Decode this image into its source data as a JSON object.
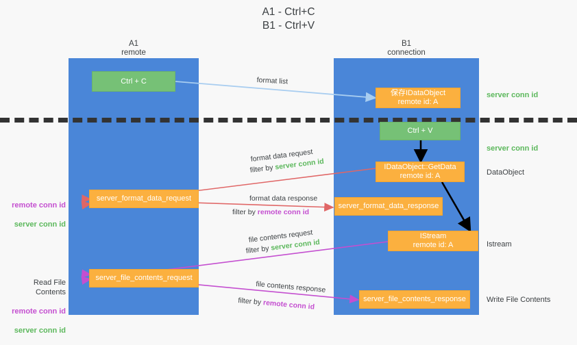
{
  "title": "A1 - Ctrl+C\nB1 - Ctrl+V",
  "colors": {
    "lane_blue": "#4a86d8",
    "box_green": "#76c176",
    "box_orange": "#fbb03f",
    "server_conn_green": "#5cb85c",
    "remote_conn_purple": "#c44fd0",
    "arrow_blue": "#a8cdf0",
    "arrow_red": "#e06666",
    "arrow_magenta": "#c44fd0",
    "arrow_black": "#000000",
    "background": "#f8f8f8",
    "separator": "#333333"
  },
  "columns": [
    {
      "name": "A1",
      "sub": "remote",
      "header": "A1\nremote"
    },
    {
      "name": "B1",
      "sub": "connection",
      "header": "B1\nconnection"
    }
  ],
  "boxes": [
    {
      "id": "ctrl-c",
      "label": "Ctrl + C",
      "style": "green"
    },
    {
      "id": "save-idataobject",
      "label": "保存IDataObject\nremote id: A",
      "style": "orange"
    },
    {
      "id": "ctrl-v",
      "label": "Ctrl + V",
      "style": "green"
    },
    {
      "id": "idataobject-getdata",
      "label": "IDataObject::GetData\nremote id: A",
      "style": "orange"
    },
    {
      "id": "server-format-data-request",
      "label": "server_format_data_request",
      "style": "orange"
    },
    {
      "id": "server-format-data-response",
      "label": "server_format_data_response",
      "style": "orange"
    },
    {
      "id": "istream",
      "label": "IStream\nremote id: A",
      "style": "orange"
    },
    {
      "id": "server-file-contents-request",
      "label": "server_file_contents_request",
      "style": "orange"
    },
    {
      "id": "server-file-contents-response",
      "label": "server_file_contents_response",
      "style": "orange"
    }
  ],
  "right_labels": [
    {
      "id": "server-conn-id-1",
      "text": "server conn id",
      "kind": "green"
    },
    {
      "id": "server-conn-id-2",
      "text": "server conn id",
      "kind": "green"
    },
    {
      "id": "dataobject",
      "text": "DataObject",
      "kind": "plain"
    },
    {
      "id": "istream-label",
      "text": "Istream",
      "kind": "plain"
    },
    {
      "id": "write-file",
      "text": "Write File Contents",
      "kind": "plain"
    }
  ],
  "left_labels": [
    {
      "id": "format-conn-ids",
      "remote": "remote conn id",
      "server": "server conn id"
    },
    {
      "id": "read-file-contents",
      "heading": "Read File Contents",
      "remote": "remote conn id",
      "server": "server conn id"
    }
  ],
  "arrow_labels": {
    "format_list": "format list",
    "format_data_request": "format data request",
    "format_data_request_filter_prefix": "filter by ",
    "format_data_request_filter_value": "server conn id",
    "format_data_response": "format data response",
    "format_data_response_filter_prefix": "filter by ",
    "format_data_response_filter_value": "remote conn id",
    "file_contents_request": "file contents request",
    "file_contents_request_filter_prefix": "filter by ",
    "file_contents_request_filter_value": "server conn id",
    "file_contents_response": "file contents response",
    "file_contents_response_filter_prefix": "filter by ",
    "file_contents_response_filter_value": "remote conn id"
  }
}
